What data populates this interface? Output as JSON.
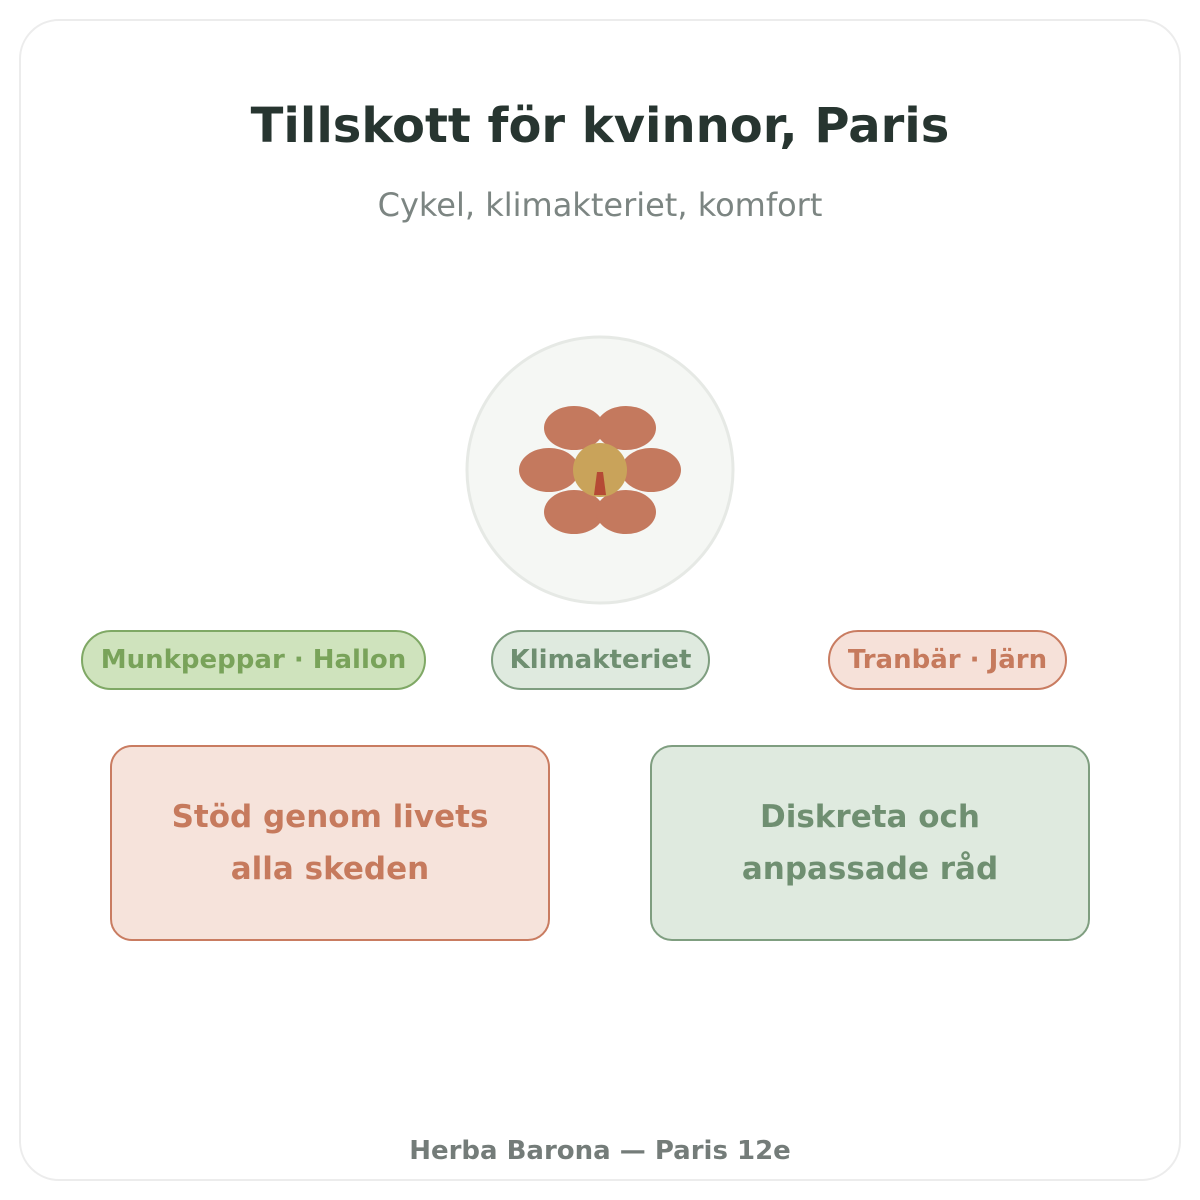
{
  "header": {
    "title": "Tillskott för kvinnor, Paris",
    "subtitle": "Cykel, klimakteriet, komfort"
  },
  "emblem": {
    "icon": "flower-icon",
    "colors": {
      "petal": "#c4795e",
      "center": "#c9a35a",
      "stem": "#b54a35",
      "background": "#f5f7f4"
    }
  },
  "tags": [
    {
      "label": "Munkpeppar · Hallon"
    },
    {
      "label": "Klimakteriet"
    },
    {
      "label": "Tranbär · Järn"
    }
  ],
  "cards": [
    {
      "lines": [
        "Stöd genom livets",
        "alla skeden"
      ]
    },
    {
      "lines": [
        "Diskreta och",
        "anpassade råd"
      ]
    }
  ],
  "footer": {
    "text": "Herba Barona — Paris 12e"
  }
}
